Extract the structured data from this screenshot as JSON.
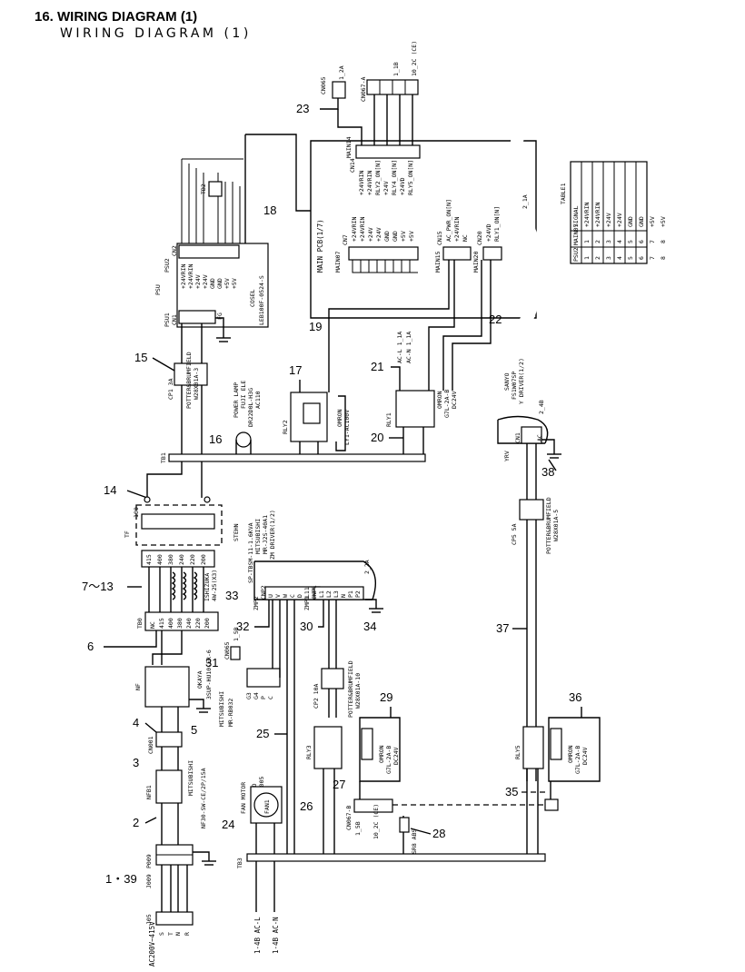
{
  "title": "16. WIRING DIAGRAM (1)",
  "subtitle": "WIRING DIAGRAM (1)",
  "callouts": [
    "23",
    "18",
    "15",
    "16",
    "17",
    "19",
    "21",
    "22",
    "20",
    "14",
    "7～13",
    "6",
    "4",
    "3",
    "2",
    "1・39",
    "5",
    "33",
    "32",
    "31",
    "30",
    "34",
    "25",
    "24",
    "26",
    "29",
    "27",
    "28",
    "36",
    "35",
    "37",
    "38"
  ],
  "labels": {
    "cn065_top": "CN065",
    "cn065_top_val": "1_2A",
    "cn067a": "CN067-A",
    "cn067a_val": "1_1B",
    "cn067a_val2": "10_2C (CE)",
    "main_pcb": "MAIN PCB(1/7)",
    "main14": "MAIN14",
    "cn14": "CN14",
    "main07": "MAIN07",
    "cn7": "CN7",
    "main15": "MAIN15",
    "cn15": "CN15",
    "main20": "MAIN20",
    "cn20": "CN20",
    "sig_cn14": [
      "+24VRIN",
      "+24VRIN",
      "RLY2_ON[N]",
      "+24V",
      "RLY4_ON[N]",
      "+24VD",
      "RLY5_ON[N]"
    ],
    "sig_cn7": [
      "+24VRIN",
      "+24VRIN",
      "+24V",
      "+24V",
      "GND",
      "GND",
      "+5V",
      "+5V"
    ],
    "sig_cn15": [
      "AC_PWR_ON[N]",
      "+24VRIN",
      "NC"
    ],
    "sig_cn20": [
      "+24VD",
      "RLY1_ON[N]"
    ],
    "sheet_2_1a": "2_1A",
    "table_title": "TABLE1",
    "table_head": [
      "PSU2",
      "MAIN07",
      "SIGNAL"
    ],
    "table_rows": [
      [
        "1",
        "1",
        "+24VRIN"
      ],
      [
        "2",
        "2",
        "+24VRIN"
      ],
      [
        "3",
        "3",
        "+24V"
      ],
      [
        "4",
        "4",
        "+24V"
      ],
      [
        "5",
        "5",
        "GND"
      ],
      [
        "6",
        "6",
        "GND"
      ],
      [
        "7",
        "7",
        "+5V"
      ],
      [
        "8",
        "8",
        "+5V"
      ]
    ],
    "tb2": "TB2",
    "psu": "PSU",
    "psu2": "PSU2",
    "cn2": "CN2",
    "psu1": "PSU1",
    "cn1": "CN1",
    "sig_psu2": [
      "+24VRIN",
      "+24VRIN",
      "+24V",
      "+24V",
      "GND",
      "GND",
      "+5V",
      "+5V"
    ],
    "psu_model": "COSEL",
    "psu_model2": "LEB100F-0524-S",
    "fg": "FG",
    "cp1": "CP1  3A",
    "cp1_maker": "POTTER&BRUMFIELD",
    "cp1_model": "W28X01A-3",
    "lamp": "POWER LAMP",
    "lamp_maker": "FUJI ELE",
    "lamp_model": "DR22D0L-H3G",
    "lamp_rating": "AC110",
    "rly2": "RLY2",
    "rly2_maker": "OMRON",
    "rly2_model": "LY1-AC100V",
    "ac_l": "AC-L  1_1A",
    "ac_n": "AC-N  1_1A",
    "rly1": "RLY1",
    "rly1_maker": "OMRON",
    "rly1_model": "G7L-2A-B",
    "rly1_rating": "DC24V",
    "sanyo_driver": "SANYO",
    "sanyo_model": "FS1W07SP",
    "y_driver": "Y DRIVER(1/2)",
    "sheet_2_4b": "2_4B",
    "yrv": "YRV",
    "cn1_y": "CN1",
    "ac_y": "AC",
    "tb1": "TB1",
    "tf": "TF",
    "tf_taps": [
      "415",
      "400",
      "380",
      "240",
      "220",
      "200"
    ],
    "stehn": "STEHN",
    "stehn_model": "SP-TBSM-11-1.6KVA",
    "ishizuka": "ISHIZUKA",
    "ishizuka_model": "4W-25(X3)",
    "tb0": "TB0",
    "tb0_taps": [
      "NC",
      "415",
      "400",
      "380",
      "240",
      "220",
      "200"
    ],
    "nf": "NF",
    "nf_maker": "OKAYA",
    "nf_model": "3SUP-HU10-ER-6",
    "cn001": "CN001",
    "nfb1": "NFB1",
    "nfb1_maker": "MITSUBISHI",
    "nfb1_model": "NF30-SW-CE/2P/15A",
    "p009": "P009",
    "j009": "J009",
    "j05": "J05",
    "supply": "AC200V~415V",
    "supply_pins": [
      "S",
      "T",
      "N",
      "R"
    ],
    "zm_maker": "MITSUBISHI",
    "zm_model": "MR-J2S-40A1",
    "zm_driver": "ZM DRIVER(1/2)",
    "sheet_2_2a": "2_2A",
    "zmp2": "ZMP2",
    "cnp2": "CNP2",
    "zmp1": "ZMP1",
    "cnp1": "CNP1",
    "cnp2_pins": [
      "U",
      "V",
      "W",
      "C",
      "D",
      "L11",
      "L21"
    ],
    "cnp1_pins": [
      "L1",
      "L2",
      "L3",
      "N",
      "P1",
      "P2"
    ],
    "cn065_b": "CN065",
    "cn065_b_val": "1_5B",
    "resist_maker": "MITSUBISHI",
    "resist_model": "MR-RB032",
    "resist_pins": [
      "G3",
      "G4",
      "P",
      "C"
    ],
    "cp2": "CP2  10A",
    "cp2_maker": "POTTER&BRUMFIELD",
    "cp2_model": "W28X01A-10",
    "rly3": "RLY3",
    "rly4_maker": "OMRON",
    "rly4_model": "G7L-2A-B",
    "rly4_rating": "DC24V",
    "fan_motor": "FAN MOTOR",
    "fan_maker": "SANYO",
    "fan_model": "109S005",
    "fan1": "FAN1",
    "cn067b": "CN067-B",
    "cn067b_val": "1_5B",
    "cn067b_val2": "10_2C (CE)",
    "abs_sr": "SR8 ABS",
    "cp5": "CP5  5A",
    "cp5_maker": "POTTER&BRUMFIELD",
    "cp5_model": "W28X01A-5",
    "rly5": "RLY5",
    "rly5_maker": "OMRON",
    "rly5_model": "G7L-2A-B",
    "rly5_rating": "DC24V",
    "tb3": "TB3",
    "out_l": "1-4B  AC-L",
    "out_n": "1-4B  AC-N"
  }
}
